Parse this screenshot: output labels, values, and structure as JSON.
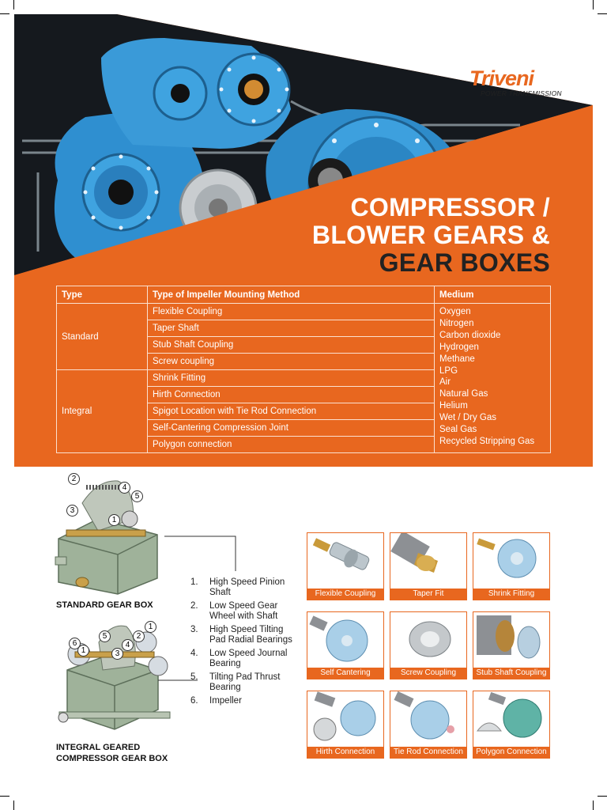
{
  "colors": {
    "accent": "#e8671f",
    "dark": "#222222"
  },
  "brand": {
    "name": "Triveni",
    "tagline": "POWER TRANSMISSION"
  },
  "title": {
    "line1": "COMPRESSOR /",
    "line2": "BLOWER GEARS &",
    "line3": "GEAR BOXES"
  },
  "table": {
    "headers": [
      "Type",
      "Type of Impeller Mounting Method",
      "Medium"
    ],
    "standard_label": "Standard",
    "integral_label": "Integral",
    "standard_methods": [
      "Flexible Coupling",
      "Taper Shaft",
      "Stub Shaft Coupling",
      "Screw coupling"
    ],
    "integral_methods": [
      "Shrink Fitting",
      "Hirth Connection",
      "Spigot Location with Tie Rod Connection",
      "Self-Cantering Compression Joint",
      "Polygon connection"
    ],
    "media": [
      "Oxygen",
      "Nitrogen",
      "Carbon dioxide",
      "Hydrogen",
      "Methane",
      "LPG",
      "Air",
      "Natural Gas",
      "Helium",
      "Wet / Dry Gas",
      "Seal Gas",
      "Recycled Stripping Gas"
    ]
  },
  "gearboxes": {
    "standard_label": "STANDARD GEAR BOX",
    "integral_label_1": "INTEGRAL GEARED",
    "integral_label_2": "COMPRESSOR GEAR BOX"
  },
  "parts": [
    {
      "num": "1.",
      "name": "High Speed Pinion Shaft"
    },
    {
      "num": "2.",
      "name": "Low Speed Gear Wheel with Shaft"
    },
    {
      "num": "3.",
      "name": "High Speed Tilting Pad Radial Bearings"
    },
    {
      "num": "4.",
      "name": "Low Speed Journal Bearing"
    },
    {
      "num": "5.",
      "name": "Tilting Pad Thrust Bearing"
    },
    {
      "num": "6.",
      "name": "Impeller"
    }
  ],
  "callouts": {
    "standard": [
      "2",
      "4",
      "5",
      "3",
      "1"
    ],
    "integral": [
      "1",
      "5",
      "2",
      "6",
      "1",
      "4",
      "3"
    ]
  },
  "thumbnails": [
    "Flexible Coupling",
    "Taper Fit",
    "Shrink Fitting",
    "Self Cantering",
    "Screw Coupling",
    "Stub Shaft Coupling",
    "Hirth Connection",
    "Tie Rod Connection",
    "Polygon Connection"
  ]
}
